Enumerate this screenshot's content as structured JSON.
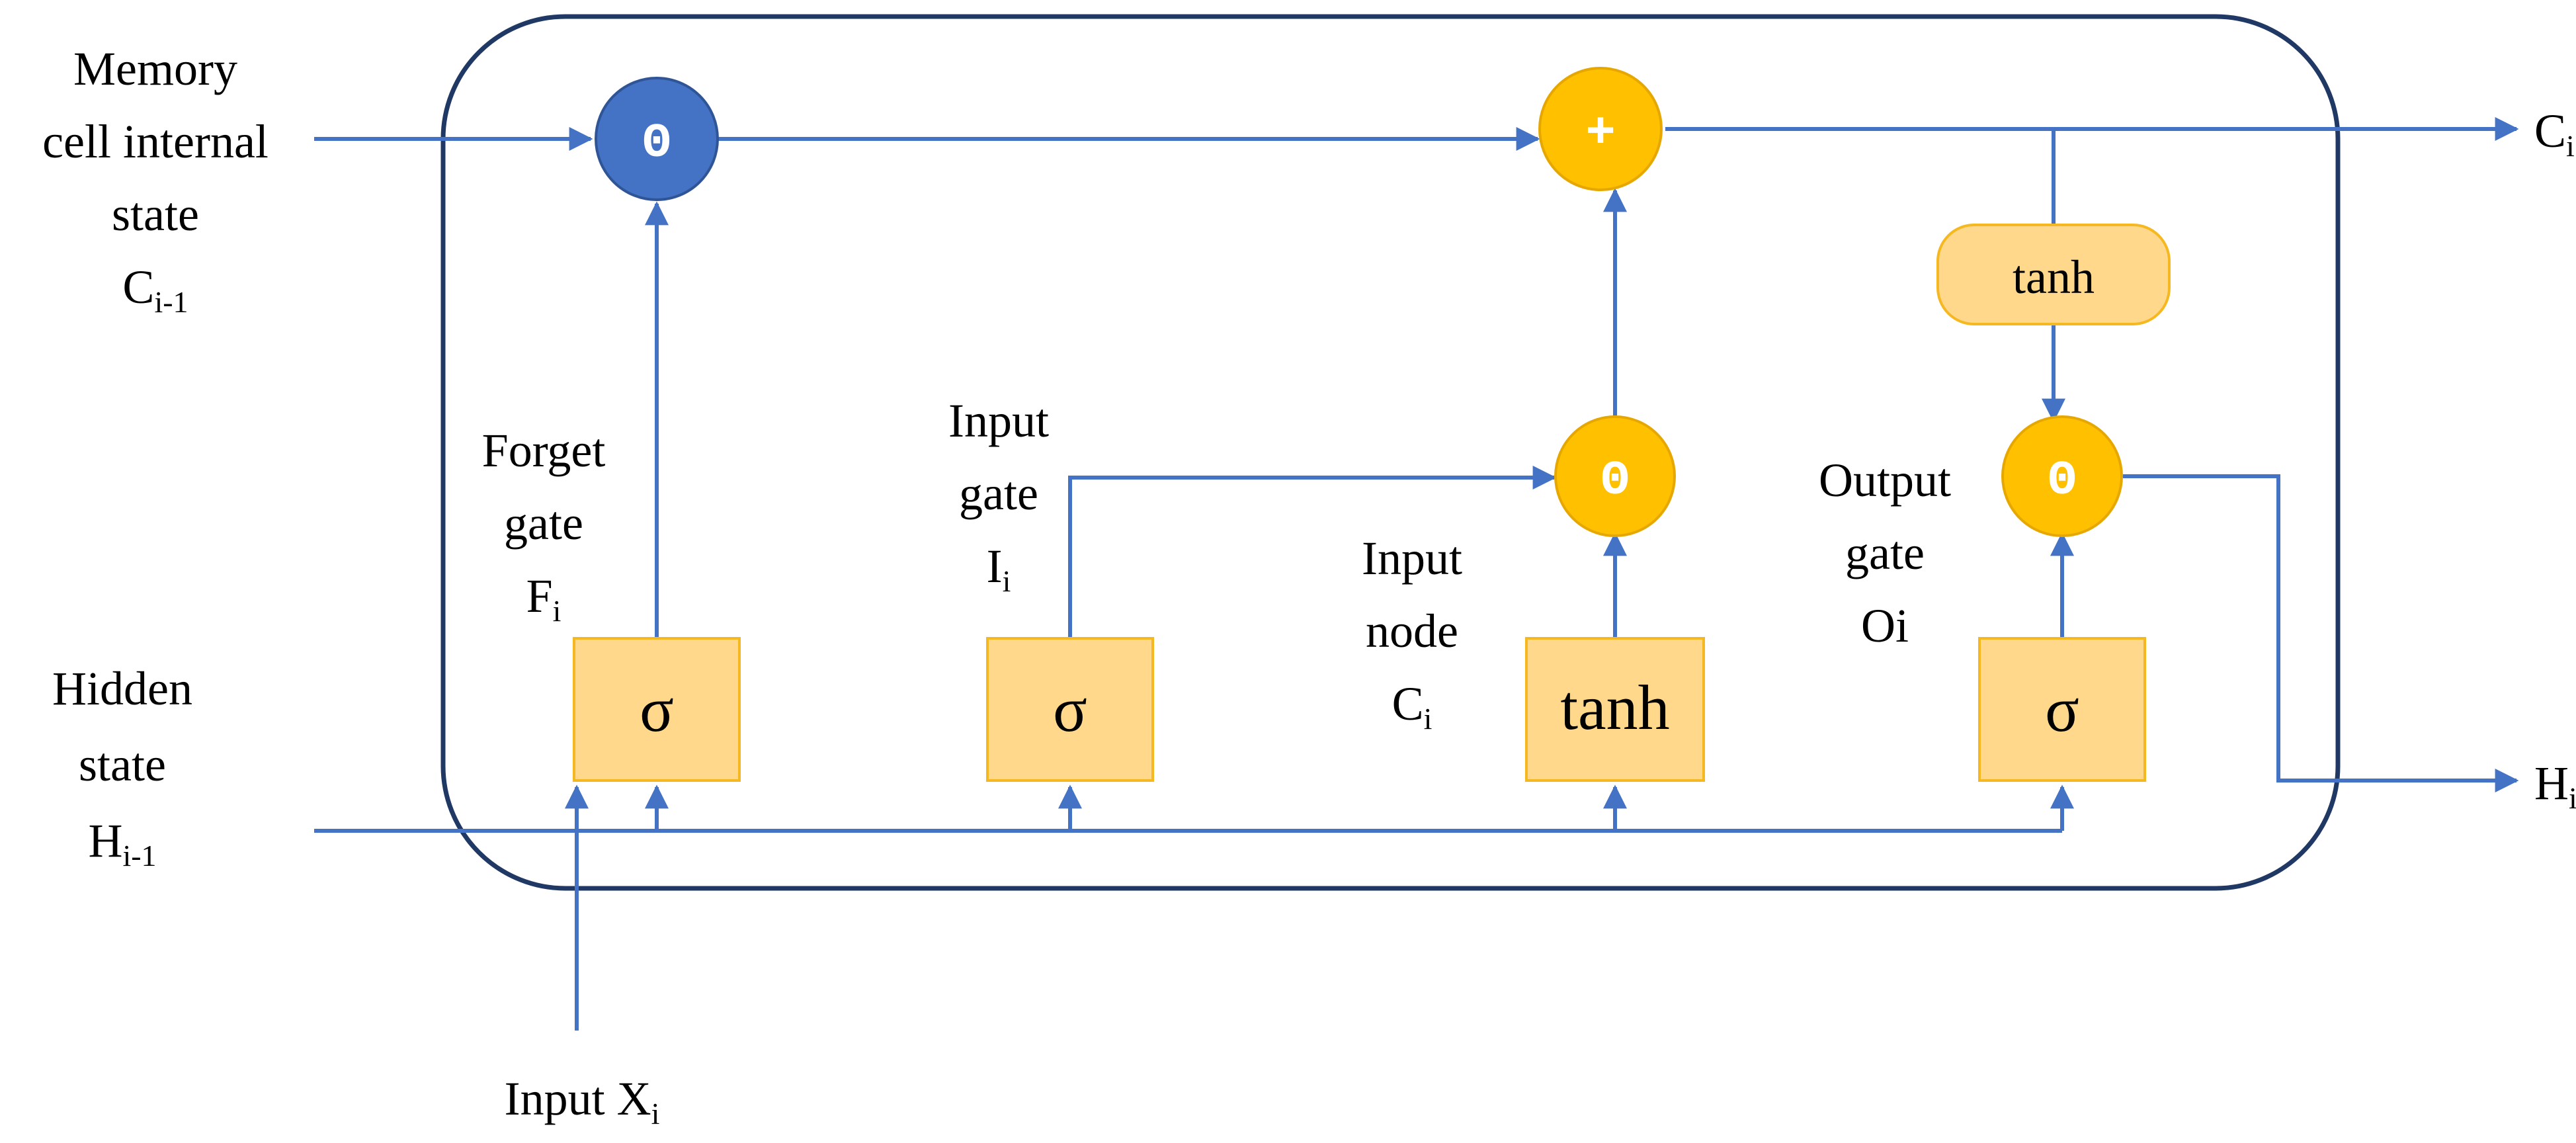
{
  "colors": {
    "line": "#4472C4",
    "frame": "#1F3864",
    "box_fill": "#FFD88C",
    "box_stroke": "#F5B820",
    "op_yellow": "#FFC000",
    "op_yellow_stroke": "#E6A800",
    "op_blue": "#4472C4",
    "op_blue_stroke": "#2F5597"
  },
  "labels": {
    "memory_cell": {
      "line1": "Memory",
      "line2": "cell internal",
      "line3": "state",
      "var": "C",
      "sub": "i-1"
    },
    "hidden_state": {
      "line1": "Hidden",
      "line2": "state",
      "var": "H",
      "sub": "i-1"
    },
    "input_x": {
      "text": "Input X",
      "sub": "i"
    },
    "forget_gate": {
      "line1": "Forget",
      "line2": "gate",
      "var": "F",
      "sub": "i"
    },
    "input_gate": {
      "line1": "Input",
      "line2": "gate",
      "var": "I",
      "sub": "i"
    },
    "input_node": {
      "line1": "Input",
      "line2": "node",
      "var": "C",
      "sub": "i"
    },
    "output_gate": {
      "line1": "Output",
      "line2": "gate",
      "line3": "Oi"
    },
    "out_c": {
      "var": "C",
      "sub": "i"
    },
    "out_h": {
      "var": "H",
      "sub": "i"
    }
  },
  "blocks": {
    "forget_sigma": "σ",
    "input_sigma": "σ",
    "input_tanh": "tanh",
    "output_sigma": "σ",
    "cell_tanh": "tanh"
  },
  "operators": {
    "forget_mult": "ʘ",
    "cell_add": "+",
    "input_mult": "ʘ",
    "output_mult": "ʘ"
  }
}
